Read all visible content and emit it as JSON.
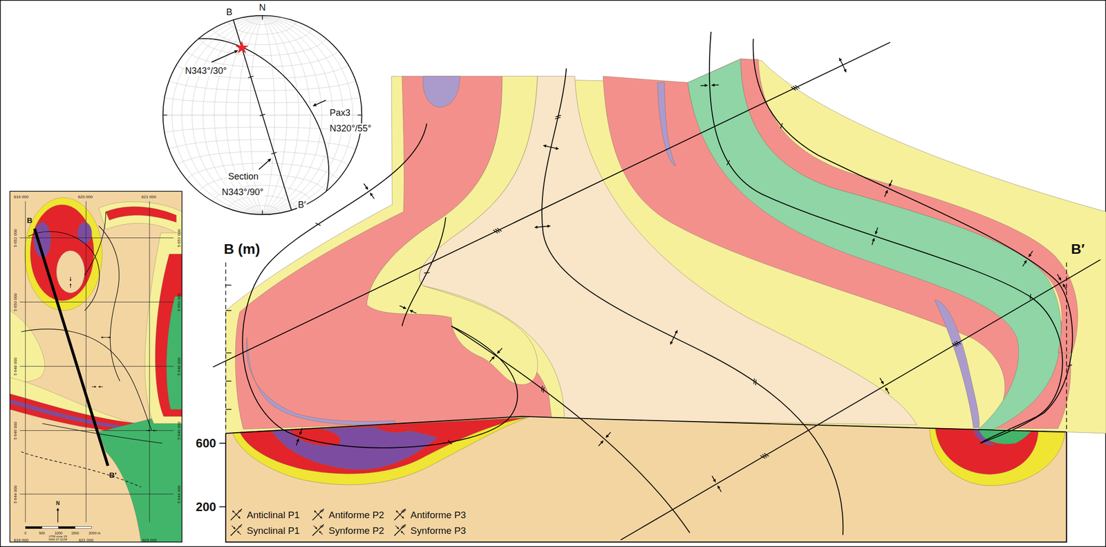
{
  "diagram": {
    "labels": [
      "B",
      "N",
      "N343°/30°",
      "Pax3",
      "N320°/55°",
      "Section",
      "N343°/90°",
      "B′",
      "B (m)",
      "B′",
      "600",
      "200",
      "619 000",
      "620 000",
      "621 000",
      "5 652 000",
      "5 650 000",
      "5 648 000",
      "5 646 000",
      "5 644 000",
      "5 652 000",
      "5 650 000",
      "5 648 000",
      "5 646 000",
      "5 644 000",
      "B",
      "B′",
      "N",
      "0",
      "500",
      "1000",
      "1500",
      "2000 m",
      "UTM zone 19",
      "NAD 27 QCM",
      "619 000",
      "621 000",
      "623 000"
    ],
    "legend": [
      {
        "text": "Anticlinal P1"
      },
      {
        "text": "Antiforme P2"
      },
      {
        "text": "Antiforme P3"
      },
      {
        "text": "Synclinal P1"
      },
      {
        "text": "Synforme P2"
      },
      {
        "text": "Synforme P3"
      }
    ]
  }
}
